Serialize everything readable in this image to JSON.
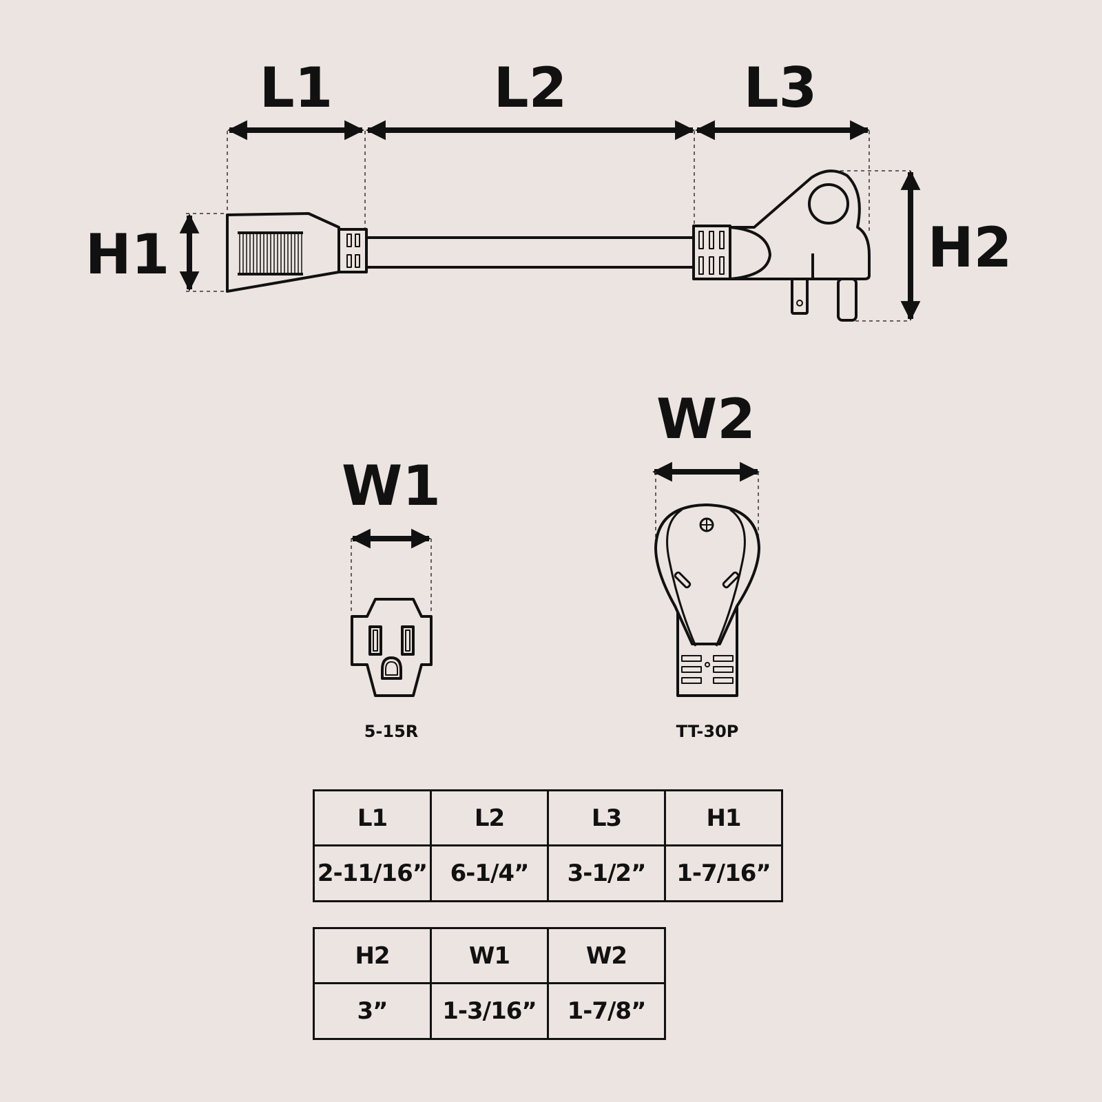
{
  "labels": {
    "l1": "L1",
    "l2": "L2",
    "l3": "L3",
    "h1": "H1",
    "h2": "H2",
    "w1": "W1",
    "w2": "W2"
  },
  "connectors": {
    "receptacle": "5-15R",
    "plug": "TT-30P"
  },
  "table1": {
    "headers": [
      "L1",
      "L2",
      "L3",
      "H1"
    ],
    "values": [
      "2-11/16”",
      "6-1/4”",
      "3-1/2”",
      "1-7/16”"
    ]
  },
  "table2": {
    "headers": [
      "H2",
      "W1",
      "W2"
    ],
    "values": [
      "3”",
      "1-3/16”",
      "1-7/8”"
    ]
  },
  "colors": {
    "background": "#ece4e0",
    "ink": "#111111"
  }
}
